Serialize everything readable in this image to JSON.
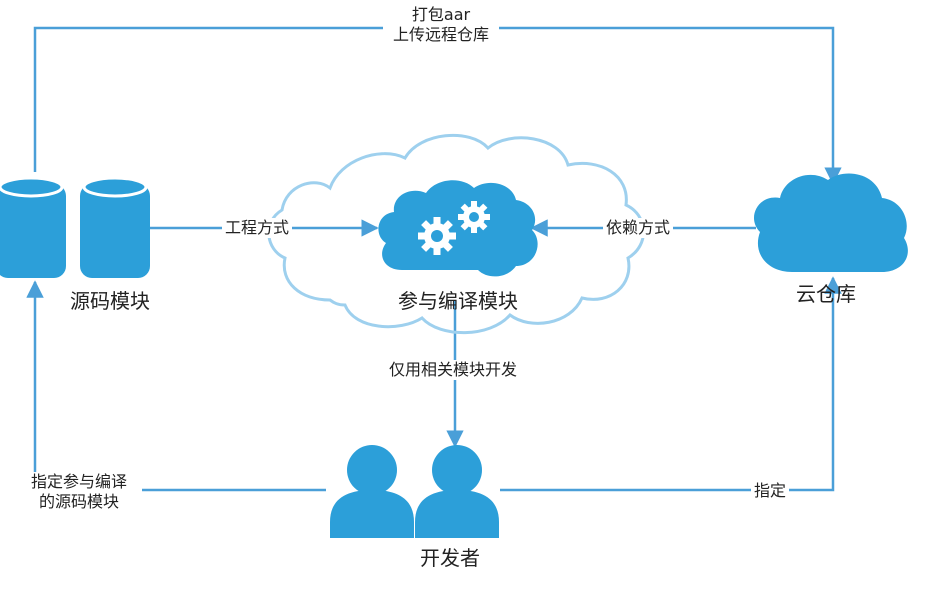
{
  "colors": {
    "accent": "#2c9fd9",
    "line": "#4a9fd8",
    "cloud_outline": "#9ed0ee",
    "gear": "#ffffff"
  },
  "icons": {
    "source": "database-cylinder-icon",
    "core": "cloud-gears-icon",
    "repo": "cloud-icon",
    "developer": "users-icon"
  },
  "nodes": {
    "source_modules": "源码模块",
    "build_modules": "参与编译模块",
    "cloud_repo": "云仓库",
    "developer": "开发者"
  },
  "edges": {
    "pack_upload_line1": "打包aar",
    "pack_upload_line2": "上传远程仓库",
    "project_mode": "工程方式",
    "dependency_mode": "依赖方式",
    "dev_only": "仅用相关模块开发",
    "specify_line1": "指定参与编译",
    "specify_line2": "的源码模块",
    "specify": "指定"
  }
}
